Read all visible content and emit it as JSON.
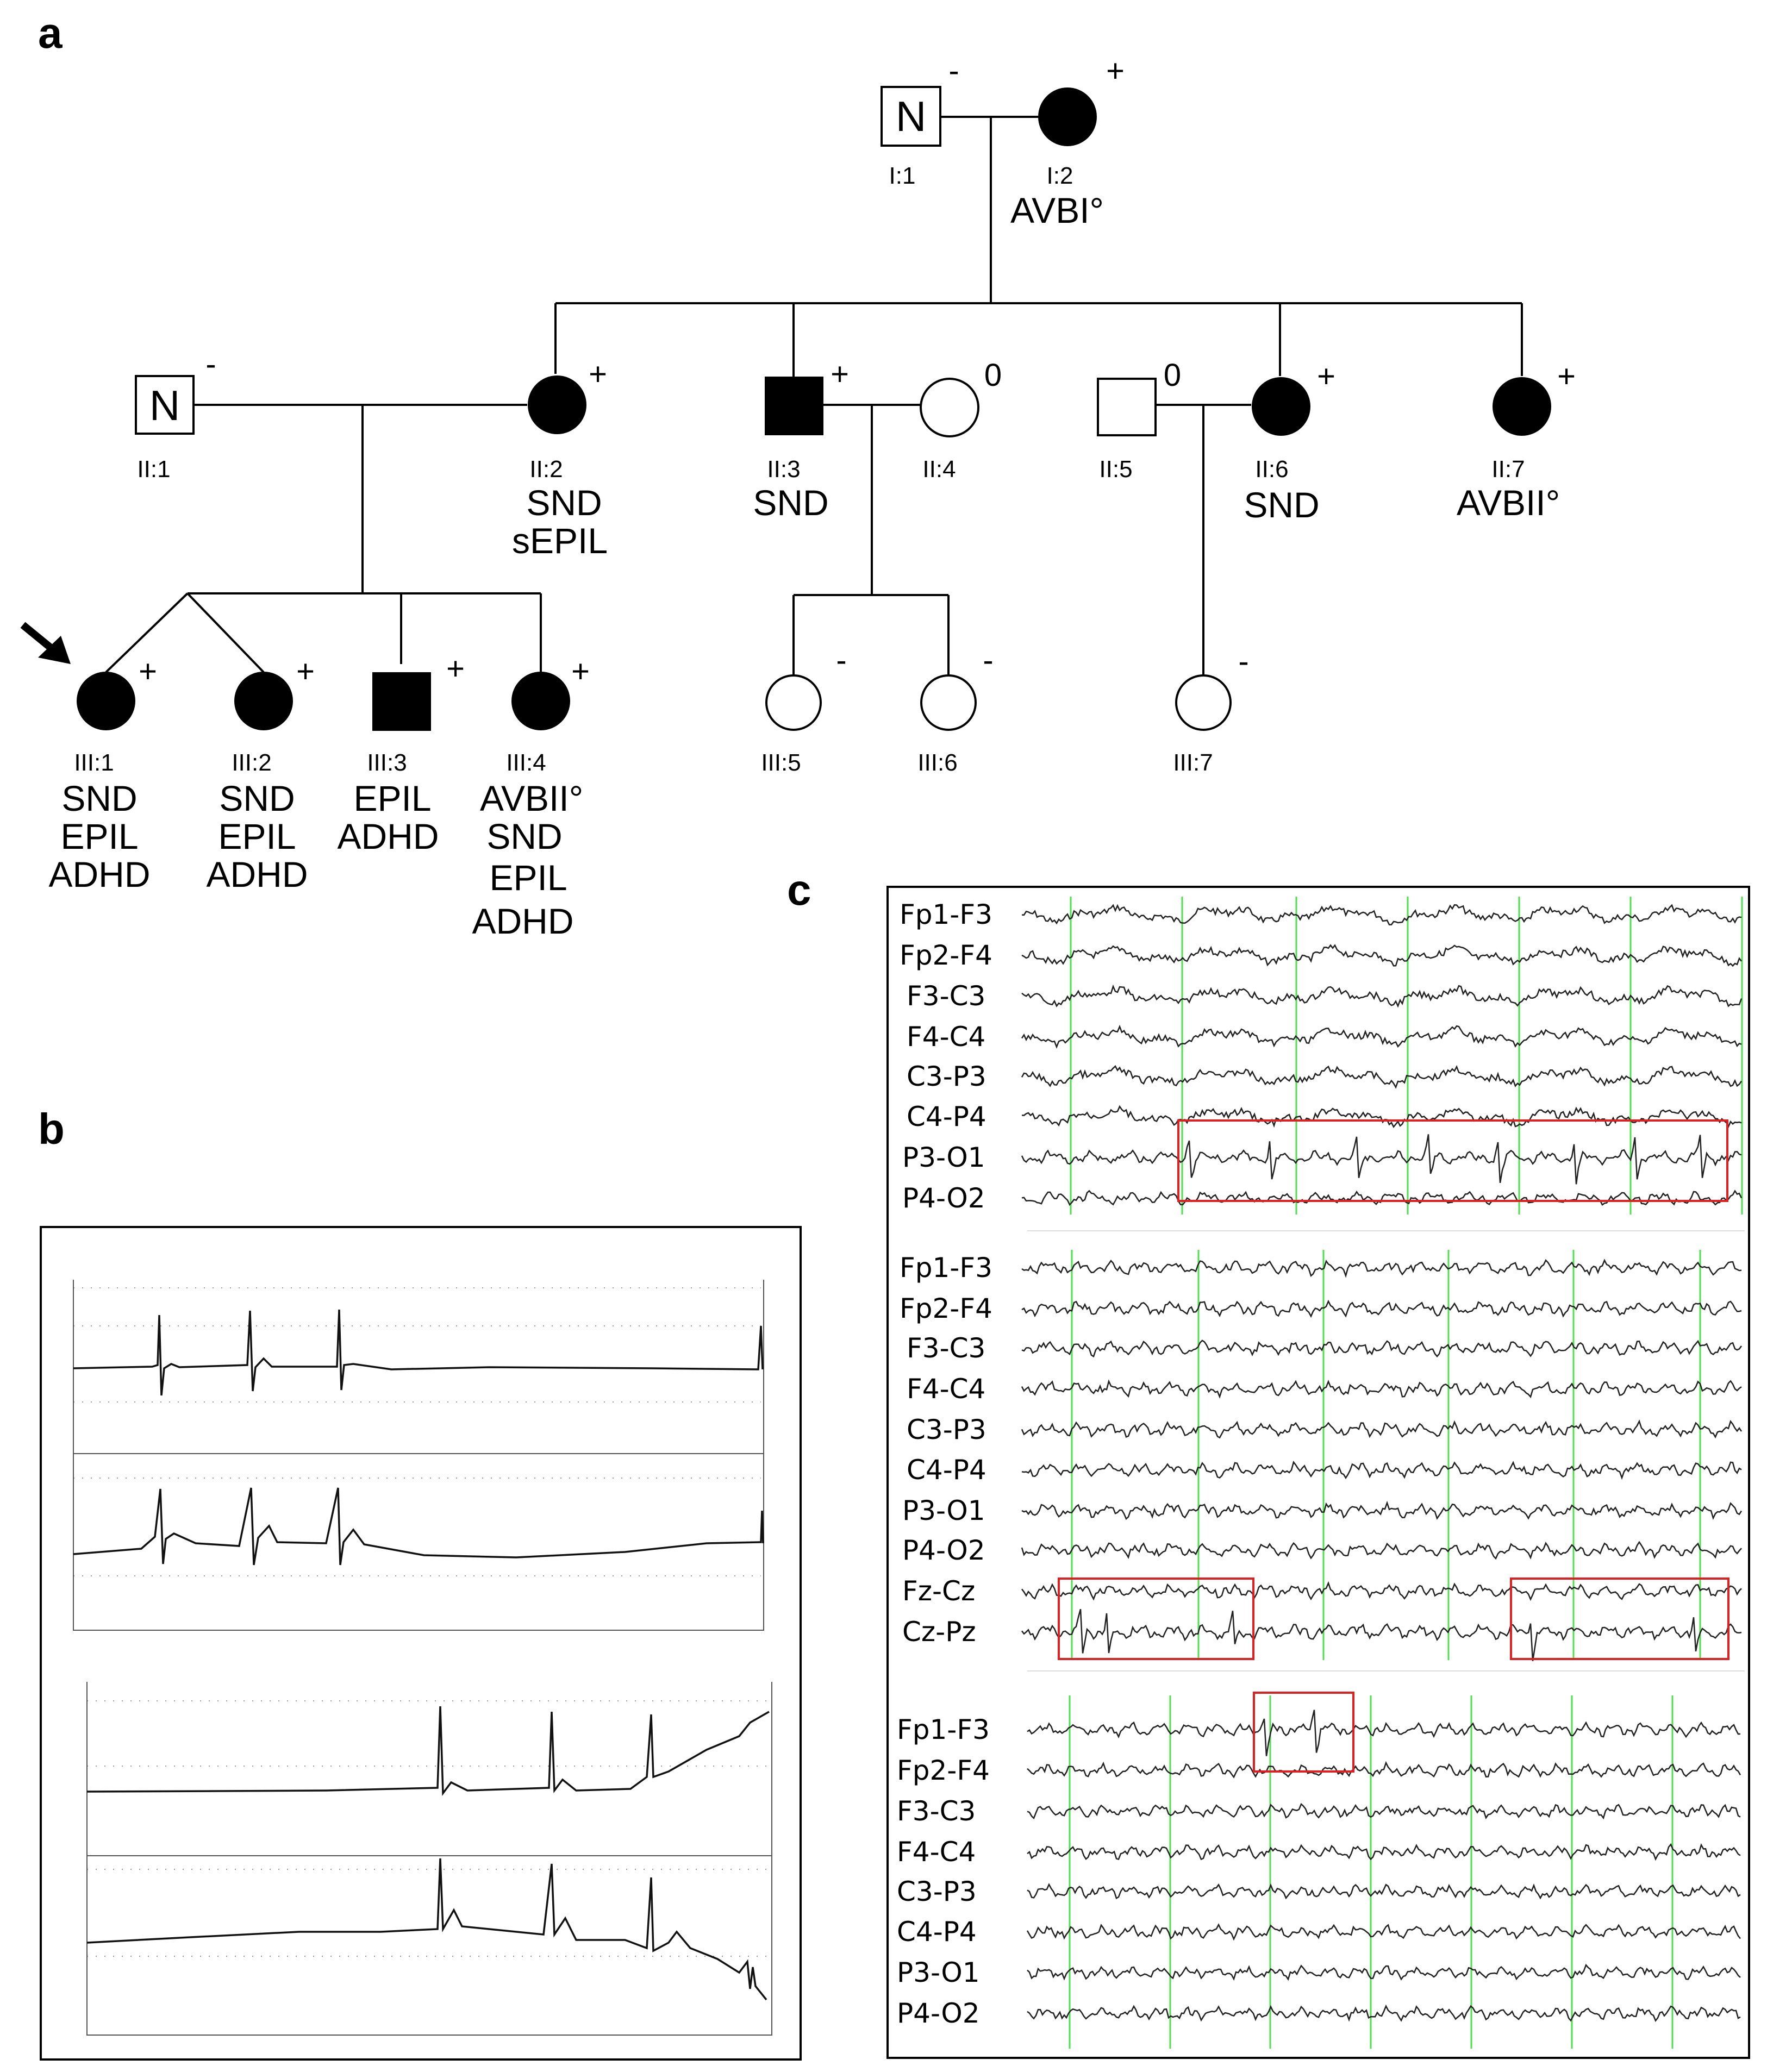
{
  "panels": {
    "a": "a",
    "b": "b",
    "c": "c"
  },
  "colors": {
    "affected": "#000000",
    "unaffected": "#ffffff",
    "highlight": "#e02020",
    "grid": "#4ee04e"
  },
  "pedigree": {
    "individuals": [
      {
        "id": "I:1",
        "sex": "male",
        "affected": false,
        "status": "-",
        "mark": "N",
        "labels": []
      },
      {
        "id": "I:2",
        "sex": "female",
        "affected": true,
        "status": "+",
        "mark": "",
        "labels": [
          "AVBI°"
        ]
      },
      {
        "id": "II:1",
        "sex": "male",
        "affected": false,
        "status": "-",
        "mark": "N",
        "labels": []
      },
      {
        "id": "II:2",
        "sex": "female",
        "affected": true,
        "status": "+",
        "mark": "",
        "labels": [
          "SND",
          "sEPIL"
        ]
      },
      {
        "id": "II:3",
        "sex": "male",
        "affected": true,
        "status": "+",
        "mark": "",
        "labels": [
          "SND"
        ]
      },
      {
        "id": "II:4",
        "sex": "female",
        "affected": false,
        "status": "0",
        "mark": "",
        "labels": []
      },
      {
        "id": "II:5",
        "sex": "male",
        "affected": false,
        "status": "0",
        "mark": "",
        "labels": []
      },
      {
        "id": "II:6",
        "sex": "female",
        "affected": true,
        "status": "+",
        "mark": "",
        "labels": [
          "SND"
        ]
      },
      {
        "id": "II:7",
        "sex": "female",
        "affected": true,
        "status": "+",
        "mark": "",
        "labels": [
          "AVBII°"
        ]
      },
      {
        "id": "III:1",
        "sex": "female",
        "affected": true,
        "status": "+",
        "mark": "",
        "labels": [
          "SND",
          "EPIL",
          "ADHD"
        ],
        "proband": true
      },
      {
        "id": "III:2",
        "sex": "female",
        "affected": true,
        "status": "+",
        "mark": "",
        "labels": [
          "SND",
          "EPIL",
          "ADHD"
        ]
      },
      {
        "id": "III:3",
        "sex": "male",
        "affected": true,
        "status": "+",
        "mark": "",
        "labels": [
          "EPIL",
          "ADHD"
        ]
      },
      {
        "id": "III:4",
        "sex": "female",
        "affected": true,
        "status": "+",
        "mark": "",
        "labels": [
          "AVBII°",
          "SND",
          "EPIL",
          "ADHD"
        ]
      },
      {
        "id": "III:5",
        "sex": "female",
        "affected": false,
        "status": "-",
        "mark": "",
        "labels": []
      },
      {
        "id": "III:6",
        "sex": "female",
        "affected": false,
        "status": "-",
        "mark": "",
        "labels": []
      },
      {
        "id": "III:7",
        "sex": "female",
        "affected": false,
        "status": "-",
        "mark": "",
        "labels": []
      }
    ]
  },
  "eeg": {
    "block1": [
      "Fp1-F3",
      "Fp2-F4",
      "F3-C3",
      "F4-C4",
      "C3-P3",
      "C4-P4",
      "P3-O1",
      "P4-O2"
    ],
    "block2": [
      "Fp1-F3",
      "Fp2-F4",
      "F3-C3",
      "F4-C4",
      "C3-P3",
      "C4-P4",
      "P3-O1",
      "P4-O2",
      "Fz-Cz",
      "Cz-Pz"
    ],
    "block3": [
      "Fp1-F3",
      "Fp2-F4",
      "F3-C3",
      "F4-C4",
      "C3-P3",
      "C4-P4",
      "P3-O1",
      "P4-O2"
    ]
  }
}
